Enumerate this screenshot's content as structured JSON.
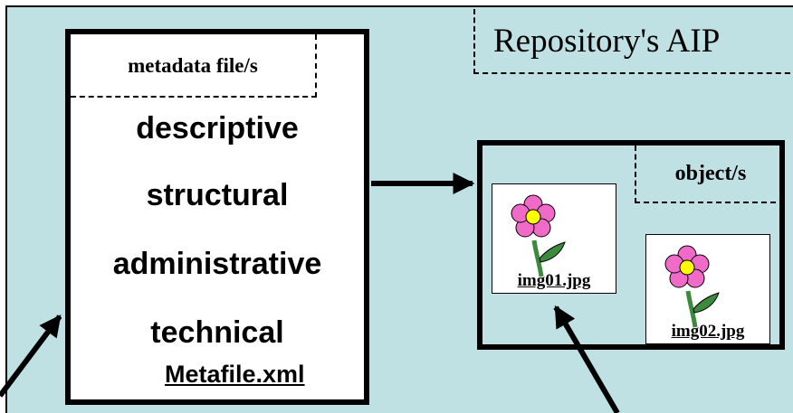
{
  "repository": {
    "title": "Repository's AIP"
  },
  "metadata": {
    "title": "metadata file/s",
    "types": [
      "descriptive",
      "structural",
      "administrative",
      "technical"
    ],
    "filename": "Metafile.xml"
  },
  "objects": {
    "title": "object/s",
    "files": [
      {
        "name": "img01.jpg",
        "icon": "flower-icon"
      },
      {
        "name": "img02.jpg",
        "icon": "flower-icon"
      }
    ]
  },
  "colors": {
    "background": "#bfe1e4",
    "petal": "#f06ac8",
    "flower_center": "#ffff00",
    "stem": "#3c8a3c",
    "stroke": "#000000"
  }
}
